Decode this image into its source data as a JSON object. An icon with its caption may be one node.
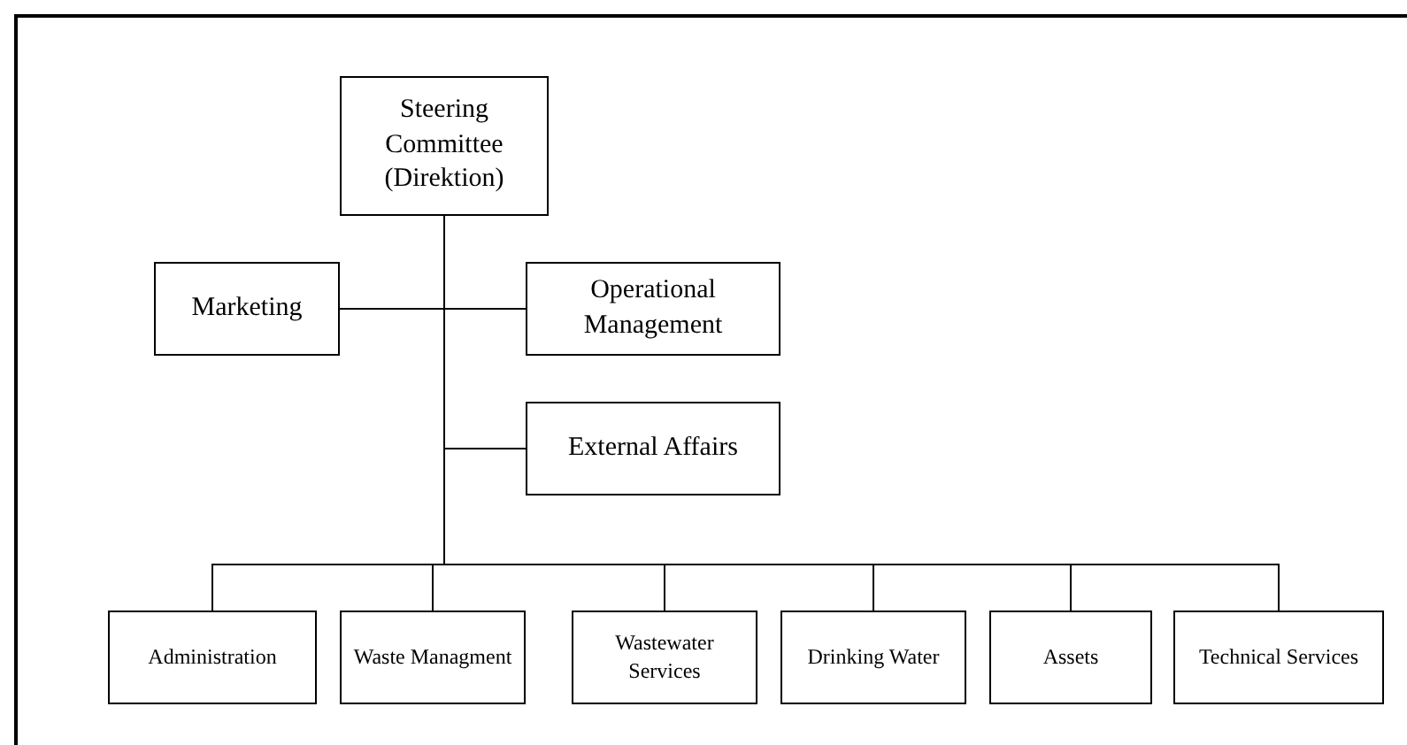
{
  "diagram": {
    "nodes": [
      {
        "text": [
          "Steering Committee (Direktion)"
        ]
      },
      {
        "text": [
          "Marketing"
        ]
      },
      {
        "text": [
          "Operational Management"
        ]
      },
      {
        "text": [
          "External Affairs"
        ]
      },
      {
        "text": [
          "Administration"
        ]
      },
      {
        "text": [
          "Waste Managment"
        ]
      },
      {
        "text": [
          "Wastewater Services"
        ]
      },
      {
        "text": [
          "Drinking Water"
        ]
      },
      {
        "text": [
          "Assets"
        ]
      },
      {
        "text": [
          "Technical Services"
        ]
      }
    ],
    "edges": [
      {
        "from": 0,
        "to": 1,
        "arrow": "none"
      },
      {
        "from": 0,
        "to": 2,
        "arrow": "none"
      },
      {
        "from": 0,
        "to": 3,
        "arrow": "none"
      },
      {
        "from": 0,
        "to": 4,
        "arrow": "none"
      },
      {
        "from": 0,
        "to": 5,
        "arrow": "none"
      },
      {
        "from": 0,
        "to": 6,
        "arrow": "none"
      },
      {
        "from": 0,
        "to": 7,
        "arrow": "none"
      },
      {
        "from": 0,
        "to": 8,
        "arrow": "none"
      },
      {
        "from": 0,
        "to": 9,
        "arrow": "none"
      }
    ]
  }
}
